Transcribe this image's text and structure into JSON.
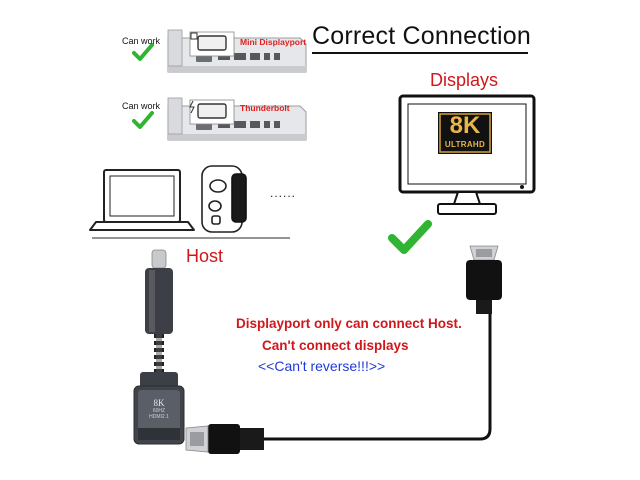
{
  "title": "Correct Connection",
  "displays_label": "Displays",
  "host_label": "Host",
  "monitor_badge": {
    "big": "8K",
    "small": "ULTRAHD"
  },
  "ports": [
    {
      "status_label": "Can work",
      "port_name": "Mini Displayport"
    },
    {
      "status_label": "Can work",
      "port_name": "Thunderbolt"
    }
  ],
  "more_devices": "......",
  "adapter_text": {
    "line1": "8K",
    "line2": "60HZ",
    "line3": "HDMI2.1"
  },
  "info_lines": {
    "line1": "Displayport only can connect Host.",
    "line2": "Can't connect displays",
    "line3": "<<Can't reverse!!!>>"
  },
  "colors": {
    "accent_red": "#d0171b",
    "check_green": "#2fb531",
    "info_blue": "#1e3ad6",
    "badge_gold": "#d4a23a"
  }
}
